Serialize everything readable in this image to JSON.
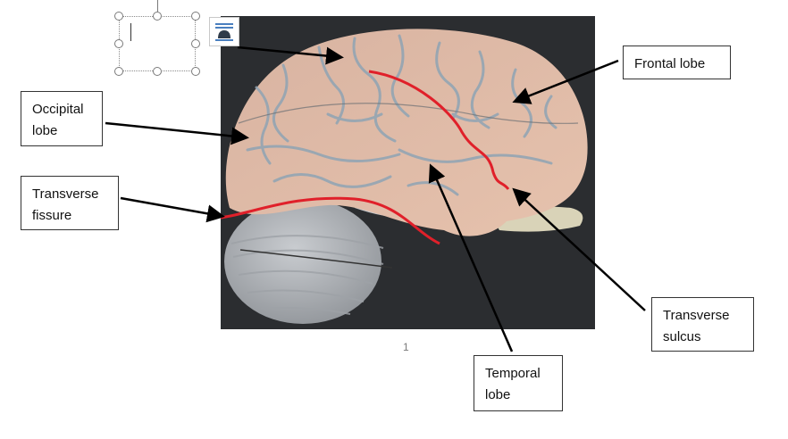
{
  "labels": {
    "frontal": "Frontal lobe",
    "occipital": "Occipital\nlobe",
    "transverse_fissure": "Transverse\nfissure",
    "temporal": "Temporal\nlobe",
    "transverse_sulcus": "Transverse\nsulcus"
  },
  "page_number": "1",
  "icons": {
    "layout_options": "layout-options-icon",
    "handles": "resize-handle-icon"
  },
  "colors": {
    "annotation_red": "#e0202a",
    "arrow": "#000000",
    "handle_border": "#7a7a7a"
  }
}
